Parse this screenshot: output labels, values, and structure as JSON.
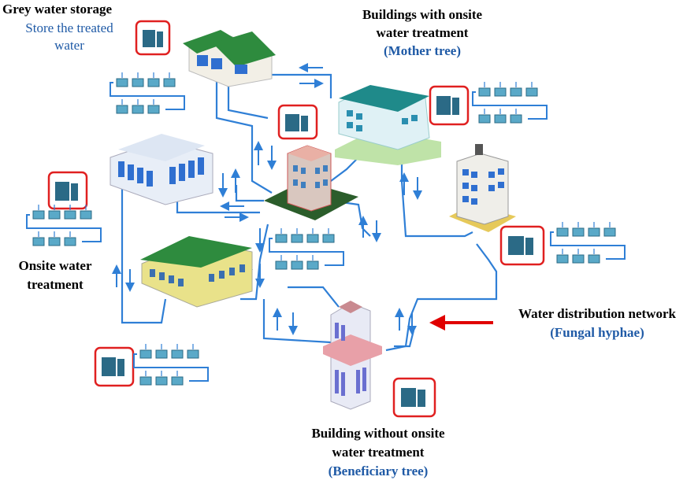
{
  "labels": {
    "grey_storage_title": "Grey water storage",
    "grey_storage_sub1": "Store the treated",
    "grey_storage_sub2": "water",
    "mother_line1": "Buildings with onsite",
    "mother_line2": "water treatment",
    "mother_line3": "(Mother tree)",
    "onsite_line1": "Onsite water",
    "onsite_line2": "treatment",
    "network_line1": "Water distribution network",
    "network_line2": "(Fungal hyphae)",
    "beneficiary_line1": "Building without onsite",
    "beneficiary_line2": "water treatment",
    "beneficiary_line3": "(Beneficiary tree)"
  },
  "colors": {
    "pipe": "#2f7fd6",
    "tank_outline": "#e02020",
    "tank_fill": "#2b6a86",
    "module_fill": "#5aa9c8",
    "arrow_red": "#e00000",
    "label_blue": "#1f5aa6",
    "roof_green": "#2e8b3e",
    "glass_blue": "#2f6fd0"
  }
}
